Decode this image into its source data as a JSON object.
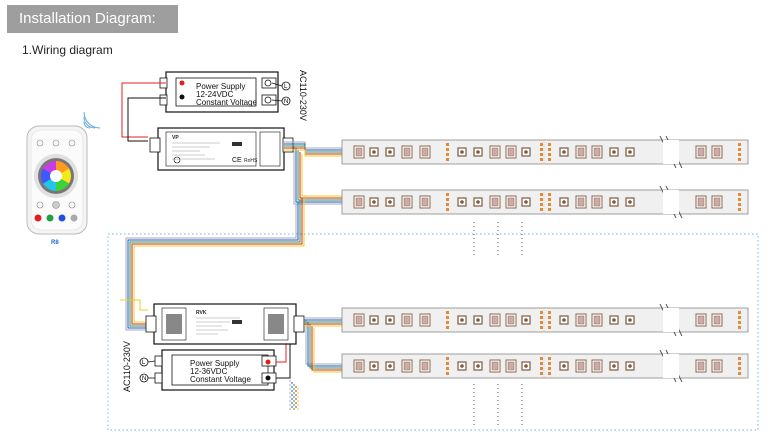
{
  "header": {
    "title": "Installation Diagram:",
    "bg_color": "#9e9e9e"
  },
  "section": {
    "title": "1.Wiring diagram"
  },
  "power_supply_top": {
    "line1": "Power Supply",
    "line2": "12-24VDC",
    "line3": "Constant Voltage",
    "ac_label": "AC110-230V"
  },
  "power_supply_bottom": {
    "line1": "Power Supply",
    "line2": "12-36VDC",
    "line3": "Constant Voltage",
    "ac_label": "AC110-230V"
  },
  "controller": {
    "name": "VP",
    "ce": "CE",
    "rohs": "RoHS"
  },
  "repeater": {
    "name": "RVK"
  },
  "remote": {
    "label": "R8",
    "buttons": [
      "R",
      "G",
      "B",
      "W"
    ]
  },
  "wire_colors": {
    "red": "#e02020",
    "green": "#20a040",
    "blue": "#2050e0",
    "white": "#aaaaaa",
    "yellow": "#e8d020",
    "black": "#222222"
  },
  "strip_color": "#f0f0f0"
}
